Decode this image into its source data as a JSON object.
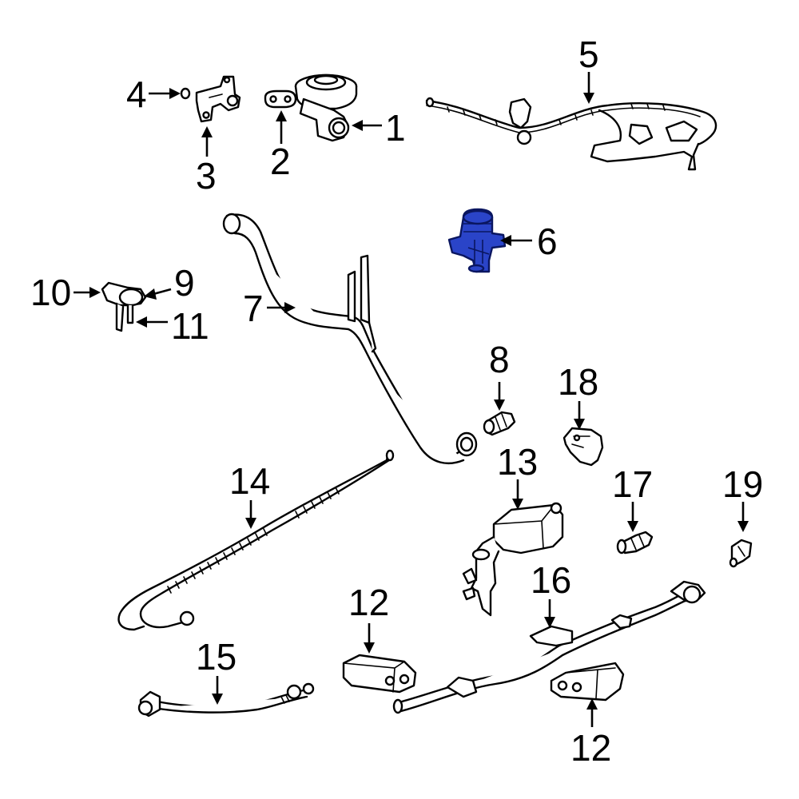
{
  "diagram": {
    "highlight_color": "#2a44c8",
    "callouts": [
      {
        "id": "c4",
        "label": "4"
      },
      {
        "id": "c2",
        "label": "2"
      },
      {
        "id": "c3",
        "label": "3"
      },
      {
        "id": "c1",
        "label": "1"
      },
      {
        "id": "c5",
        "label": "5"
      },
      {
        "id": "c6",
        "label": "6"
      },
      {
        "id": "c10",
        "label": "10"
      },
      {
        "id": "c9",
        "label": "9"
      },
      {
        "id": "c11",
        "label": "11"
      },
      {
        "id": "c7",
        "label": "7"
      },
      {
        "id": "c8",
        "label": "8"
      },
      {
        "id": "c18",
        "label": "18"
      },
      {
        "id": "c14",
        "label": "14"
      },
      {
        "id": "c13",
        "label": "13"
      },
      {
        "id": "c17",
        "label": "17"
      },
      {
        "id": "c19",
        "label": "19"
      },
      {
        "id": "c12a",
        "label": "12"
      },
      {
        "id": "c16",
        "label": "16"
      },
      {
        "id": "c15",
        "label": "15"
      },
      {
        "id": "c12b",
        "label": "12"
      }
    ]
  }
}
